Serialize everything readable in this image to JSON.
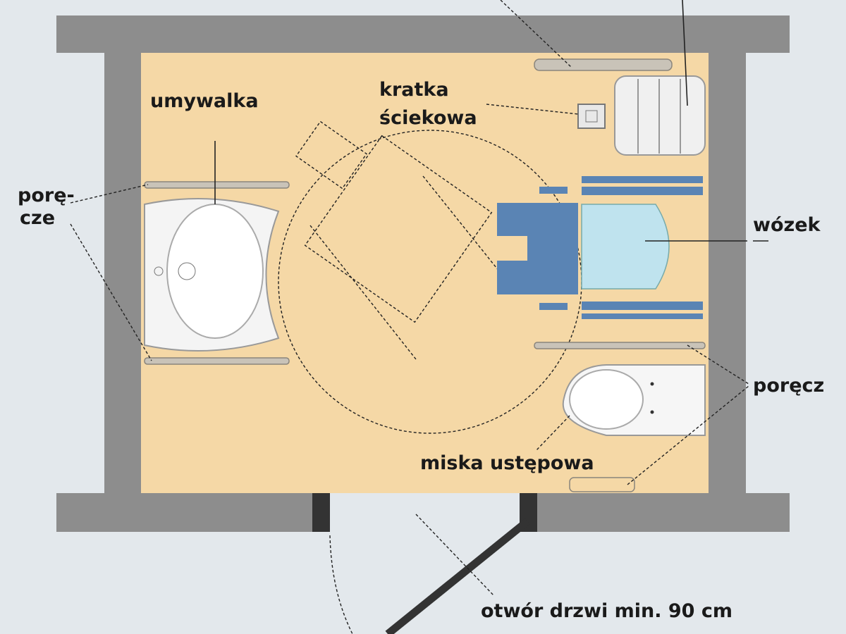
{
  "labels": {
    "sink": "umywalka",
    "drain_line1": "kratka",
    "drain_line2": "ściekowa",
    "rails_line1": "porę-",
    "rails_line2": "cze",
    "wheelchair": "wózek",
    "rail": "poręcz",
    "toilet": "miska ustępowa",
    "door": "otwór drzwi min. 90 cm"
  },
  "colors": {
    "background": "#e3e8ec",
    "wall": "#8d8d8d",
    "floor": "#f5d8a6",
    "wheelchair_frame": "#5a84b4",
    "wheelchair_seat": "#bfe3ee",
    "door": "#333333"
  }
}
